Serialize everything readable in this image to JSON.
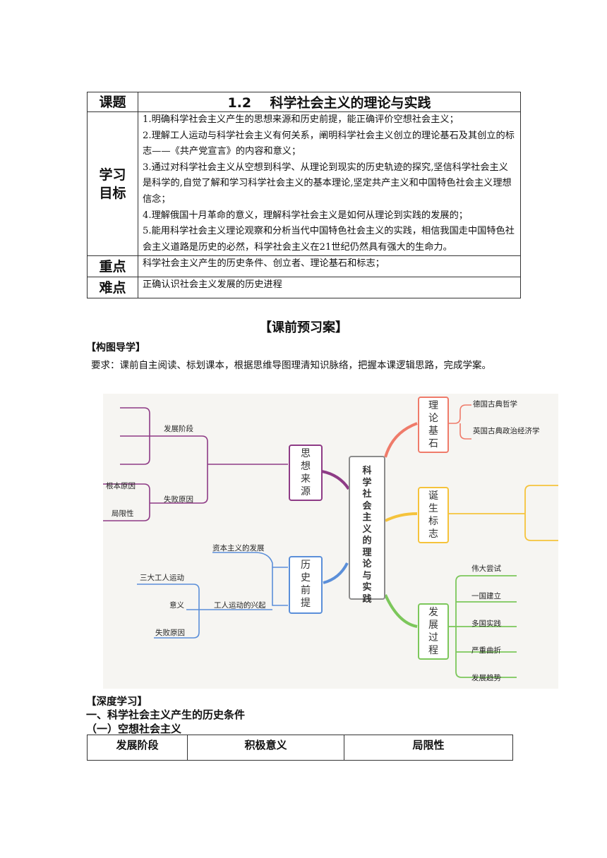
{
  "header_table": {
    "title_label": "课题",
    "title": "1.2    科学社会主义的理论与实践",
    "goals_label_1": "学习",
    "goals_label_2": "目标",
    "goals": [
      "1.明确科学社会主义产生的思想来源和历史前提，能正确评价空想社会主义；",
      "2.理解工人运动与科学社会主义有何关系，阐明科学社会主义创立的理论基石及其创立的标志——《共产党宣言》的内容和意义；",
      "3.通过对科学社会主义从空想到科学、从理论到现实的历史轨迹的探究,坚信科学社会主义是科学的,自觉了解和学习科学社会主义的基本理论,坚定共产主义和中国特色社会主义理想信念；",
      "4.理解俄国十月革命的意义，理解科学社会主义是如何从理论到实践的发展的；",
      "5.能用科学社会主义理论观察和分析当代中国特色社会主义的实践，相信我国走中国特色社会主义道路是历史的必然，科学社会主义在21世纪仍然具有强大的生命力。"
    ],
    "key_label": "重点",
    "key_text": "科学社会主义产生的历史条件、创立者、理论基石和标志；",
    "difficult_label": "难点",
    "difficult_text": "正确认识社会主义发展的历史进程"
  },
  "preview_heading": "【课前预习案】",
  "guide_heading": "【构图导学】",
  "guide_text": "要求：课前自主阅读、标划课本，根据思维导图理清知识脉络，把握本课逻辑思路，完成学案。",
  "mindmap": {
    "center": "科学社会主义的理论与实践",
    "left_top_box": "思想来源",
    "left_bottom_box": "历史前提",
    "right_boxes": [
      "理论基石",
      "诞生标志",
      "发展过程"
    ],
    "labels": {
      "stage": "发展阶段",
      "fail_reason": "失败原因",
      "root_cause": "根本原因",
      "limitation": "局限性",
      "capitalism": "资本主义的发展",
      "three_movements": "三大工人运动",
      "meaning": "意义",
      "worker_rise": "工人运动的兴起",
      "fail_reason_2": "失败原因",
      "german_philosophy": "德国古典哲学",
      "british_economics": "英国古典政治经济学",
      "great_attempt": "伟大尝试",
      "one_country": "一国建立",
      "multi_country": "多国实践",
      "setback": "严重曲折",
      "trend": "发展趋势"
    },
    "colors": {
      "purple": "#8e3b86",
      "blue": "#5b8fd9",
      "red": "#ef7b6a",
      "yellow": "#f5c33b",
      "green": "#7cc75b",
      "center_border": "#8c8c8c"
    }
  },
  "deep_heading": "【深度学习】",
  "section_one": "一、科学社会主义产生的历史条件",
  "subsection_one": "（一）空想社会主义",
  "bottom_table": {
    "headers": [
      "发展阶段",
      "积极意义",
      "局限性"
    ]
  }
}
